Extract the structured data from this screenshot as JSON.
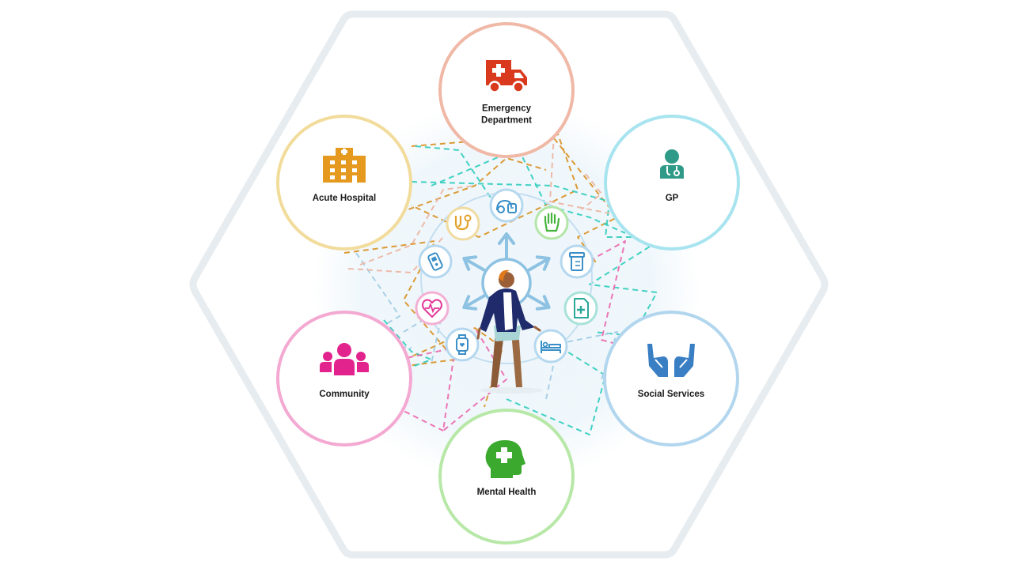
{
  "colors": {
    "hexagon": "#e6ecef",
    "halo": "#eef6fb",
    "emergency": "#f0b8a6",
    "gp": "#a8e4ef",
    "acute": "#f2dc9c",
    "community": "#f3a9d2",
    "social": "#b2d6ee",
    "mental": "#b8e8a8",
    "ring": "#c4def0",
    "arrow": "#8ec2e2",
    "dash_orange": "#d9952b",
    "dash_teal": "#38cfc0",
    "dash_pink": "#ea6fb0",
    "dash_blue": "#a3cde6",
    "dash_peach": "#ecb6a4"
  },
  "nodes": [
    {
      "key": "emergency",
      "label": "Emergency\nDepartment",
      "icon": "ambulance-icon",
      "icon_color": "#d93a1e"
    },
    {
      "key": "gp",
      "label": "GP",
      "icon": "doctor-icon",
      "icon_color": "#2f9a87"
    },
    {
      "key": "acute",
      "label": "Acute Hospital",
      "icon": "hospital-building-icon",
      "icon_color": "#e59a1f"
    },
    {
      "key": "community",
      "label": "Community",
      "icon": "people-group-icon",
      "icon_color": "#e2238e"
    },
    {
      "key": "social",
      "label": "Social Services",
      "icon": "caring-hands-icon",
      "icon_color": "#3a7fc4"
    },
    {
      "key": "mental",
      "label": "Mental Health",
      "icon": "head-cross-icon",
      "icon_color": "#3aa92d"
    }
  ],
  "satellites": [
    {
      "icon": "stethoscope-icon",
      "color": "#e2a12c",
      "ring": "#f0dca2"
    },
    {
      "icon": "blood-pressure-icon",
      "color": "#3a8fc8",
      "ring": "#b5d8ef"
    },
    {
      "icon": "hand-icon",
      "color": "#46b43c",
      "ring": "#b3e6a8"
    },
    {
      "icon": "medicine-jar-icon",
      "color": "#3a8fc8",
      "ring": "#b5d8ef"
    },
    {
      "icon": "medical-document-icon",
      "color": "#2aa899",
      "ring": "#a8e2d9"
    },
    {
      "icon": "hospital-bed-icon",
      "color": "#3a8fc8",
      "ring": "#b5d8ef"
    },
    {
      "icon": "smartwatch-icon",
      "color": "#3a8fc8",
      "ring": "#b5d8ef"
    },
    {
      "icon": "heart-monitor-icon",
      "color": "#e2389a",
      "ring": "#f3b0d5"
    },
    {
      "icon": "glucose-meter-icon",
      "color": "#3a8fc8",
      "ring": "#b5d8ef"
    }
  ],
  "center": {
    "icon": "patient-figure-icon"
  }
}
